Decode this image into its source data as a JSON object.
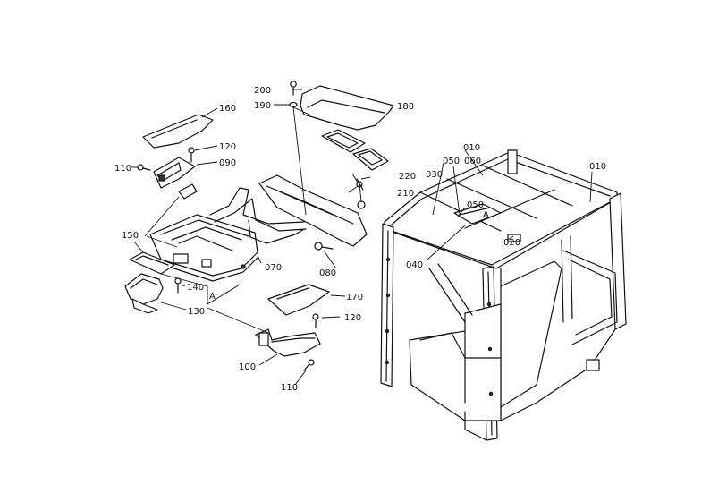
{
  "labels": {
    "p010a": "010",
    "p010b": "010",
    "p020": "020",
    "p030": "030",
    "p040": "040",
    "p050a": "050",
    "p050b": "050",
    "p060": "060",
    "p070": "070",
    "p080": "080",
    "p090": "090",
    "p100": "100",
    "p110a": "110",
    "p110b": "110",
    "p120a": "120",
    "p120b": "120",
    "p130": "130",
    "p140": "140",
    "p150": "150",
    "p160": "160",
    "p170": "170",
    "p180": "180",
    "p190": "190",
    "p200": "200",
    "p210": "210",
    "p220": "220",
    "refA1": "A",
    "refA2": "A"
  }
}
